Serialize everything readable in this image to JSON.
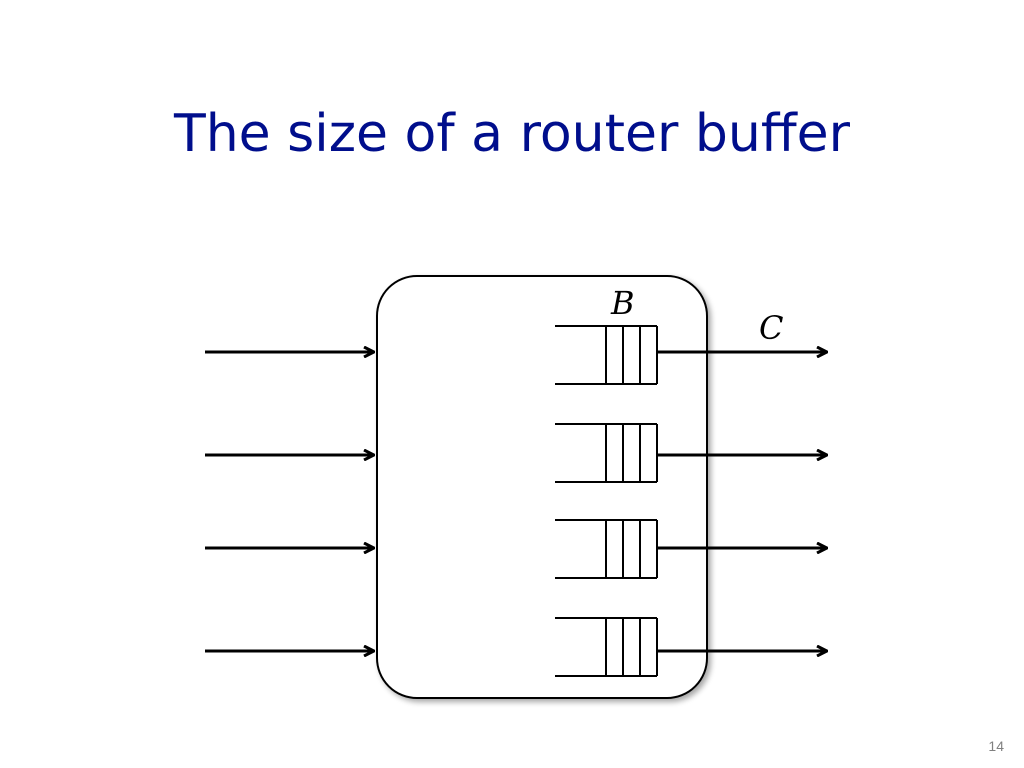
{
  "slide": {
    "title": "The size of a router buffer",
    "number": "14"
  },
  "diagram": {
    "buffer_label": "B",
    "capacity_label": "C",
    "input_links": 4,
    "output_queues": 4,
    "colors": {
      "title": "#000e8c",
      "stroke": "#000000",
      "slide_number": "#808080"
    }
  }
}
